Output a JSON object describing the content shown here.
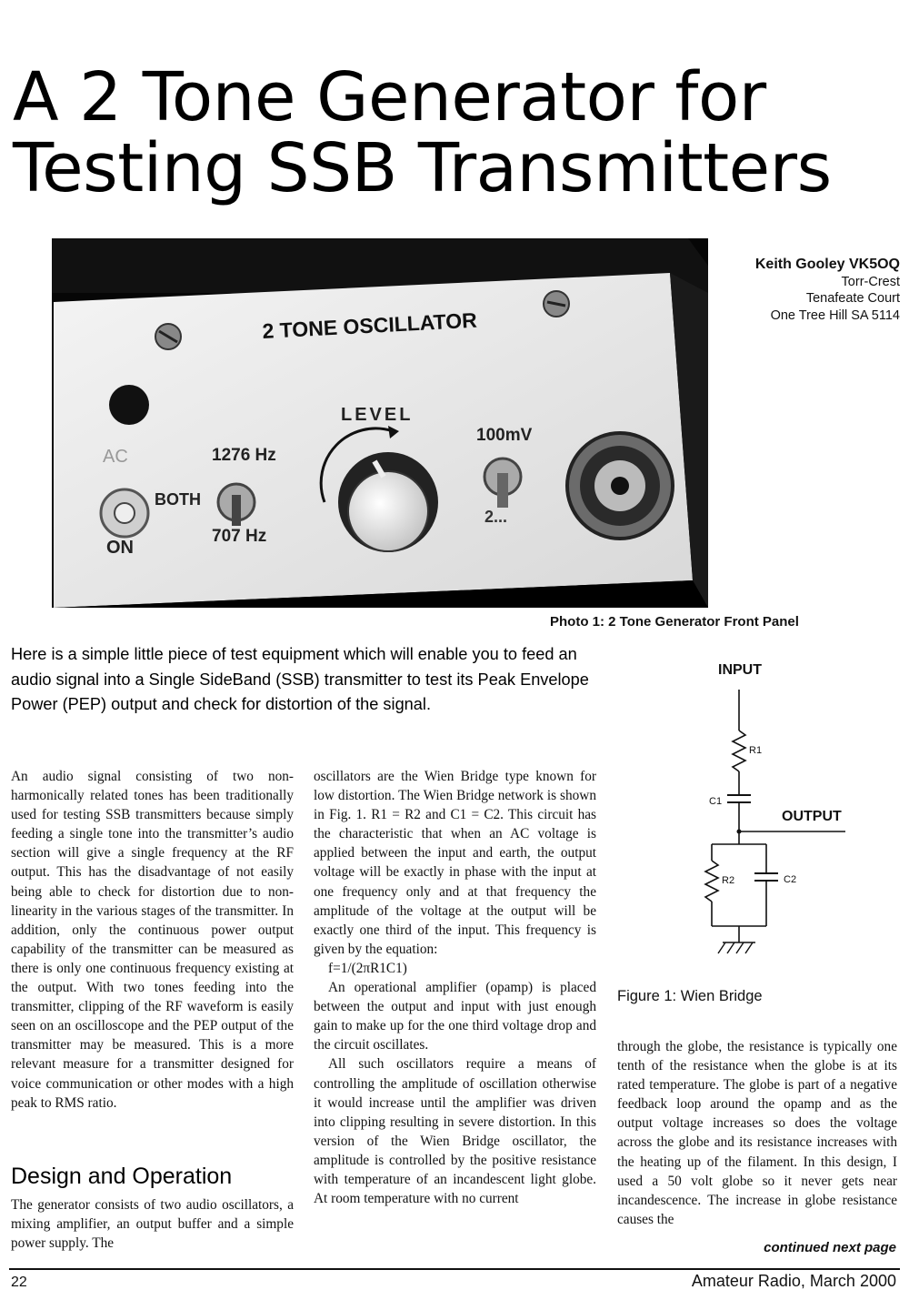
{
  "article": {
    "title_line1": "A 2 Tone Generator for",
    "title_line2": "Testing SSB Transmitters",
    "author": {
      "name": "Keith Gooley VK5OQ",
      "line1": "Torr-Crest",
      "line2": "Tenafeate Court",
      "line3": "One Tree Hill SA 5114"
    },
    "photo": {
      "panel_title": "2 TONE OSCILLATOR",
      "label_level": "LEVEL",
      "label_ac": "AC",
      "label_on": "ON",
      "label_1276": "1276 Hz",
      "label_both": "BOTH",
      "label_707": "707 Hz",
      "label_100mv": "100mV",
      "label_2": "2...",
      "caption": "Photo 1: 2 Tone Generator Front Panel"
    },
    "intro": "Here is a simple little piece of test equipment which will enable you to feed an audio signal into a Single SideBand (SSB) transmitter to test its Peak Envelope Power (PEP) output and check for distortion of the signal.",
    "col1_p1": "An audio signal consisting of two non-harmonically related tones has been traditionally used for testing SSB transmitters because simply feeding a single tone into the transmitter’s audio section will give a single frequency at the RF output. This has the disadvantage of not easily being able to check for distortion due to non-linearity in the various stages of the transmitter. In addition, only the continuous power output capability of the transmitter can be measured as there is only one continuous frequency existing at the output. With two tones feeding into the transmitter, clipping of the RF waveform is easily seen on an oscilloscope and the PEP output of the transmitter may be measured. This is a more relevant measure for a transmitter designed for voice communication or other modes with a high peak to RMS ratio.",
    "section_heading": "Design and Operation",
    "col1_p2": "The generator consists of two audio oscillators, a mixing amplifier, an output buffer and a simple power supply. The",
    "col2_p1": "oscillators are the Wien Bridge type known for low distortion. The Wien Bridge network is shown in Fig. 1. R1 = R2 and C1 = C2. This circuit has the characteristic that when an AC voltage is applied between the input and earth, the output voltage will be exactly in phase with the input at one frequency only and at that frequency the amplitude of the voltage at the output will be exactly one third of the input. This frequency is given by the equation:",
    "col2_eq": "f=1/(2πR1C1)",
    "col2_p2": "An operational amplifier (opamp) is placed between the output and input with just enough gain to make up for the one third voltage drop and the circuit oscillates.",
    "col2_p3": "All such oscillators require a means of controlling the amplitude of oscillation otherwise it would increase until the amplifier was driven into clipping resulting in severe distortion. In this version of the Wien Bridge oscillator, the amplitude is controlled by the positive resistance with temperature of an incandescent light globe. At room temperature with no current",
    "col3_p1": "through the globe, the resistance is typically one tenth of the resistance when the globe is at its rated temperature. The globe is part of a negative feedback loop around the opamp and as the output voltage increases so does the voltage across the globe and its resistance increases with the heating up of the filament. In this design, I used a 50 volt globe so it never gets near incandescence. The increase in globe resistance causes the",
    "continued": "continued next page",
    "figure": {
      "input_label": "INPUT",
      "output_label": "OUTPUT",
      "r1": "R1",
      "c1": "C1",
      "r2": "R2",
      "c2": "C2",
      "caption": "Figure 1: Wien Bridge"
    },
    "footer": {
      "page_number": "22",
      "publication": "Amateur Radio, March 2000"
    }
  }
}
